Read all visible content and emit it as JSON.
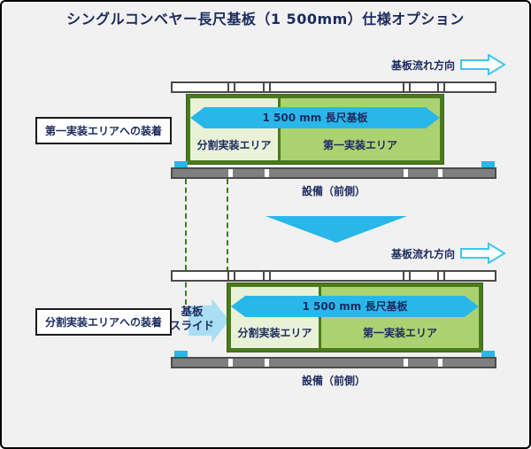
{
  "title": "シングルコンベヤー長尺基板（1 500mm）仕様オプション",
  "labels": {
    "flow_direction": "基板流れ方向",
    "board_length": "1 500 mm 長尺基板",
    "area_split": "分割実装エリア",
    "area_first": "第一実装エリア",
    "equipment_front": "設備（前側）",
    "attach_first_area": "第一実装エリアへの装着",
    "attach_split_area": "分割実装エリアへの装着",
    "slide_line1": "基板",
    "slide_line2": "スライド"
  },
  "icons": {
    "flow_arrow": "right-block-arrow-outline-cyan",
    "board_length_arrow": "double-headed-cyan-arrow",
    "transition_arrow": "down-triangle-cyan",
    "slide_arrow": "right-block-arrow-light-blue",
    "board_stop": "cyan-stopper-square"
  },
  "colors": {
    "background": "#f1f1f1",
    "text_navy": "#1b2a5e",
    "board_border_green": "#4a7a1d",
    "area_split_fill": "#e9f2d6",
    "area_first_fill": "#abd271",
    "cyan_accent": "#29b7e9",
    "slide_arrow_blue": "#a9def4",
    "rail_gray": "#7f7f7f",
    "dashed_guide_green": "#3a7d1f"
  }
}
